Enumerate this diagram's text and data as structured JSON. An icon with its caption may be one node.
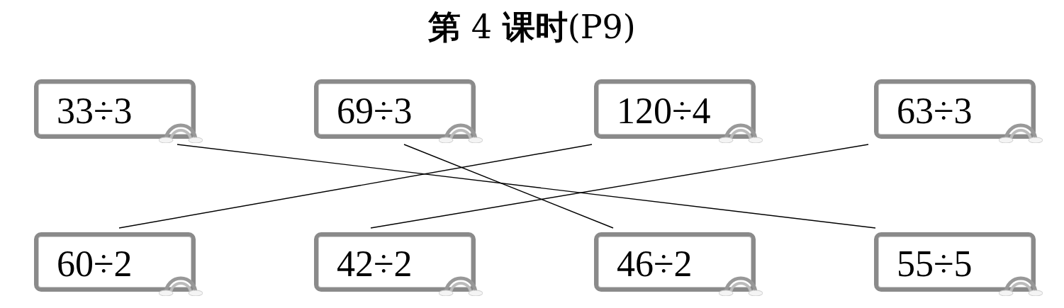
{
  "diagram": {
    "title": "**第** 4 **课时**(P9)",
    "nodes": [
      {
        "text": [
          "33÷3"
        ]
      },
      {
        "text": [
          "69÷3"
        ]
      },
      {
        "text": [
          "120÷4"
        ]
      },
      {
        "text": [
          "63÷3"
        ]
      },
      {
        "text": [
          "60÷2"
        ]
      },
      {
        "text": [
          "42÷2"
        ]
      },
      {
        "text": [
          "46÷2"
        ]
      },
      {
        "text": [
          "55÷5"
        ]
      }
    ],
    "edges": [
      {
        "from": 0,
        "to": 7,
        "arrow": "none"
      },
      {
        "from": 1,
        "to": 6,
        "arrow": "none"
      },
      {
        "from": 2,
        "to": 4,
        "arrow": "none"
      },
      {
        "from": 3,
        "to": 5,
        "arrow": "none"
      }
    ]
  }
}
